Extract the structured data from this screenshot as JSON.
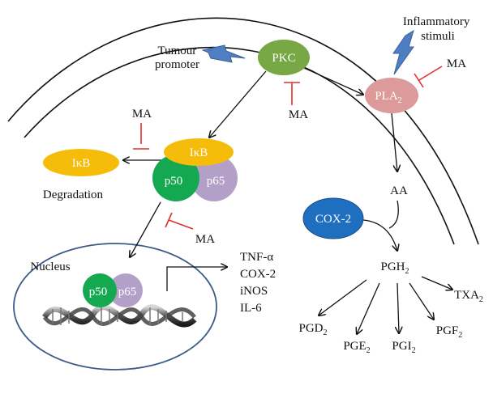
{
  "stimuli": {
    "tumour_promoter": [
      "Tumour",
      "promoter"
    ],
    "inflammatory_stimuli": [
      "Inflammatory",
      "stimuli"
    ]
  },
  "nodes": {
    "pkc": "PKC",
    "pla2": "PLA",
    "pla2_sub": "2",
    "ikb_free": "IκB",
    "ikb_bound": "IκB",
    "p50": "p50",
    "p65": "p65",
    "p50_nuc": "p50",
    "p65_nuc": "p65",
    "cox2_enzyme": "COX-2",
    "aa": "AA",
    "pgh2": "PGH",
    "pgh2_sub": "2"
  },
  "labels": {
    "degradation": "Degradation",
    "nucleus": "Nucleus",
    "ma_pkc": "MA",
    "ma_pla2": "MA",
    "ma_ikb": "MA",
    "ma_nfkb": "MA"
  },
  "genes": [
    "TNF-α",
    "COX-2",
    "iNOS",
    "IL-6"
  ],
  "prostanoids": {
    "pgd2": {
      "base": "PGD",
      "sub": "2"
    },
    "pge2": {
      "base": "PGE",
      "sub": "2"
    },
    "pgi2": {
      "base": "PGI",
      "sub": "2"
    },
    "pgf2": {
      "base": "PGF",
      "sub": "2"
    },
    "txa2": {
      "base": "TXA",
      "sub": "2"
    }
  },
  "colors": {
    "pkc": "#77a845",
    "pla2": "#dc9a9a",
    "ikb": "#f5bd09",
    "p50": "#14a850",
    "p65": "#b3a0c9",
    "cox2": "#1f6fc0",
    "inhibit": "#e0302c",
    "bolt": "#4f7fc3",
    "nucleus_border": "#3b5b86"
  }
}
